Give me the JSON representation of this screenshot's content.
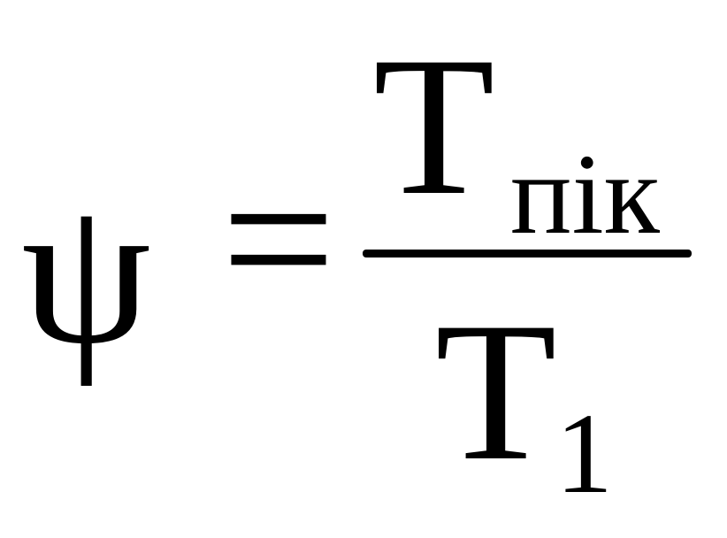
{
  "formula": {
    "lhs": "ψ",
    "operator": "=",
    "numerator": {
      "symbol": "T",
      "subscript": "пік"
    },
    "denominator": {
      "symbol": "T",
      "subscript": "1"
    }
  }
}
